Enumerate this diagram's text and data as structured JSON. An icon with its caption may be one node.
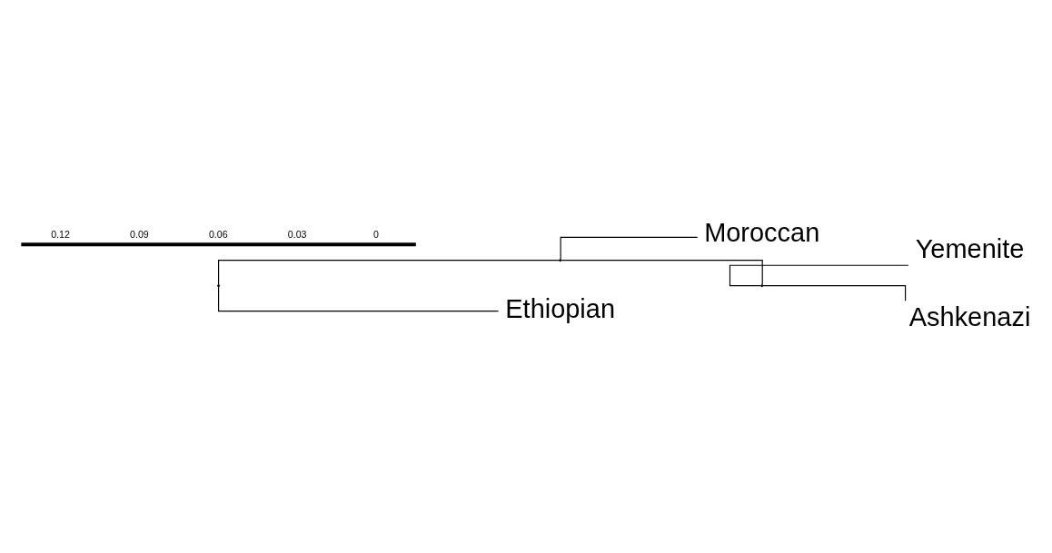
{
  "diagram": {
    "nodes": [
      {
        "text": [],
        "shape": "point"
      },
      {
        "text": [],
        "shape": "point"
      },
      {
        "text": [
          "Moroccan"
        ]
      },
      {
        "text": [],
        "shape": "point"
      },
      {
        "text": [
          "Yemenite"
        ]
      },
      {
        "text": [
          "Ashkenazi"
        ]
      },
      {
        "text": [
          "Ethiopian"
        ]
      }
    ],
    "edges": [
      {
        "from": 0,
        "to": 1,
        "arrow": "none"
      },
      {
        "from": 1,
        "to": 2,
        "arrow": "none"
      },
      {
        "from": 1,
        "to": 3,
        "arrow": "none"
      },
      {
        "from": 3,
        "to": 4,
        "arrow": "none"
      },
      {
        "from": 3,
        "to": 5,
        "arrow": "none"
      },
      {
        "from": 0,
        "to": 6,
        "arrow": "none"
      }
    ],
    "labels": [
      "0.12",
      "0.09",
      "0.06",
      "0.03",
      "0"
    ]
  }
}
